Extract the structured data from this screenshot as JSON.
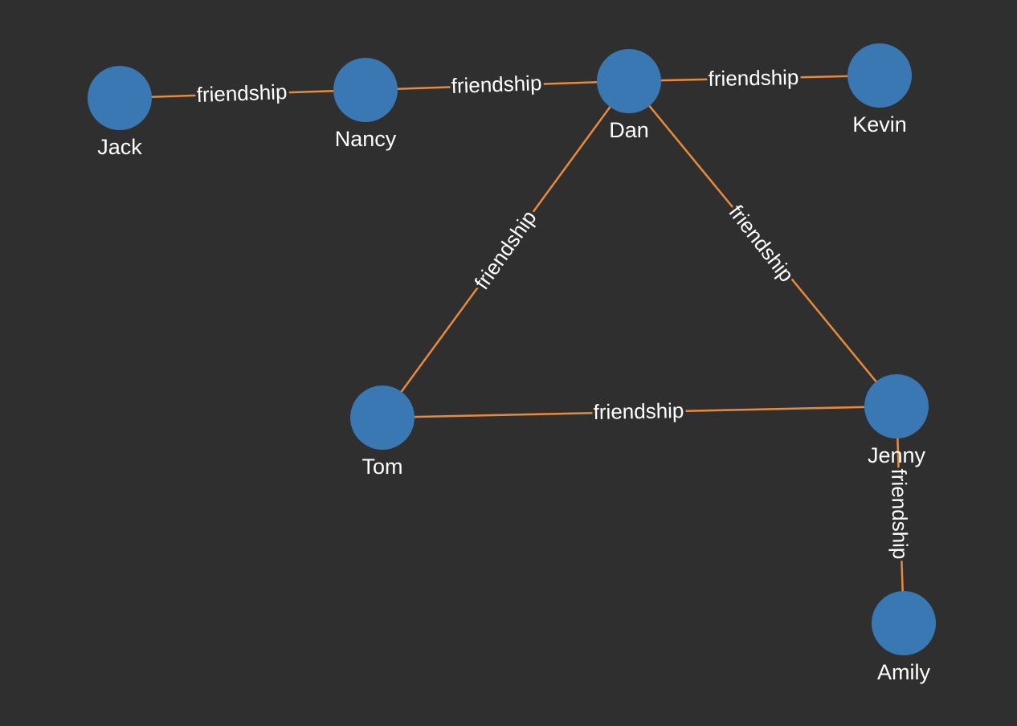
{
  "graph": {
    "colors": {
      "background": "#2f2f2f",
      "node": "#3a78b4",
      "edge": "#e98a3a",
      "label": "#ffffff",
      "edge_label_halo": "#2f2f2f"
    },
    "nodes": [
      {
        "id": "jack",
        "label": "Jack"
      },
      {
        "id": "nancy",
        "label": "Nancy"
      },
      {
        "id": "dan",
        "label": "Dan"
      },
      {
        "id": "kevin",
        "label": "Kevin"
      },
      {
        "id": "tom",
        "label": "Tom"
      },
      {
        "id": "jenny",
        "label": "Jenny"
      },
      {
        "id": "amily",
        "label": "Amily"
      }
    ],
    "edges": [
      {
        "source": "jack",
        "target": "nancy",
        "label": "friendship"
      },
      {
        "source": "nancy",
        "target": "dan",
        "label": "friendship"
      },
      {
        "source": "dan",
        "target": "kevin",
        "label": "friendship"
      },
      {
        "source": "dan",
        "target": "tom",
        "label": "friendship"
      },
      {
        "source": "dan",
        "target": "jenny",
        "label": "friendship"
      },
      {
        "source": "tom",
        "target": "jenny",
        "label": "friendship"
      },
      {
        "source": "jenny",
        "target": "amily",
        "label": "friendship"
      }
    ]
  }
}
